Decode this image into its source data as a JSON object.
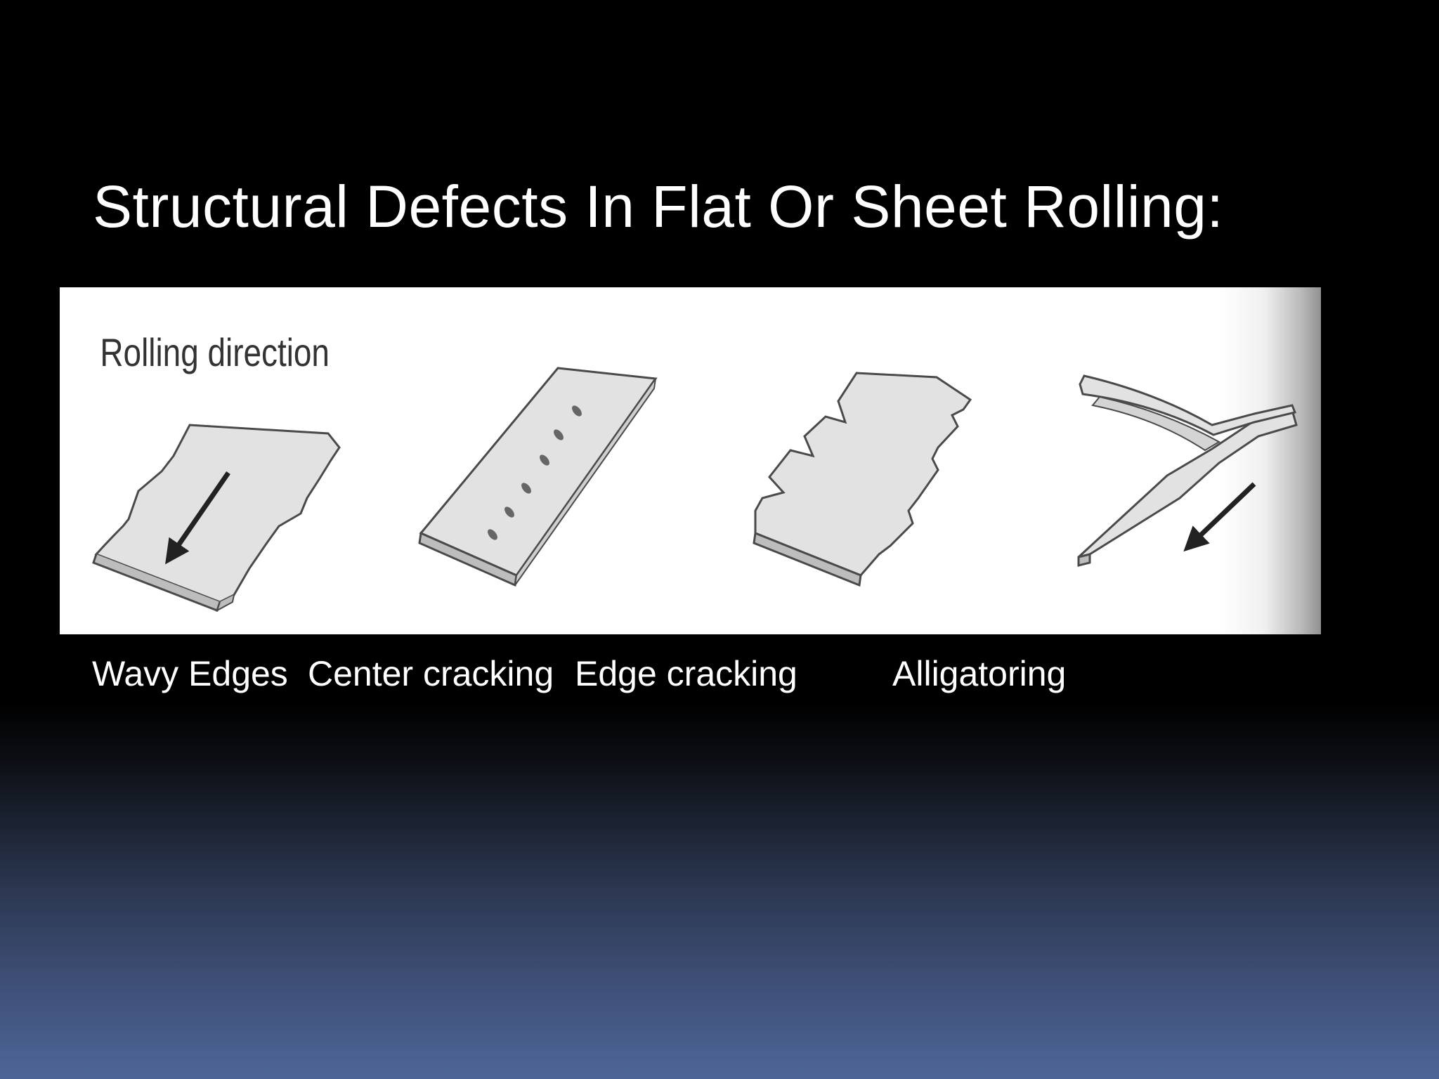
{
  "slide": {
    "title": "Structural Defects In Flat Or Sheet Rolling:"
  },
  "figure": {
    "label": "Rolling direction",
    "panels": [
      {
        "icon": "wavy-edges-plate-icon"
      },
      {
        "icon": "center-cracking-plate-icon"
      },
      {
        "icon": "edge-cracking-plate-icon"
      },
      {
        "icon": "alligatoring-plate-icon"
      }
    ]
  },
  "captions": [
    "Wavy Edges",
    "Center cracking",
    "Edge cracking",
    "Alligatoring"
  ],
  "colors": {
    "title_text": "#ffffff",
    "background_top": "#000000",
    "background_bottom": "#4e6697",
    "plate_fill": "#e3e3e3",
    "plate_edge": "#4a4a4a"
  }
}
